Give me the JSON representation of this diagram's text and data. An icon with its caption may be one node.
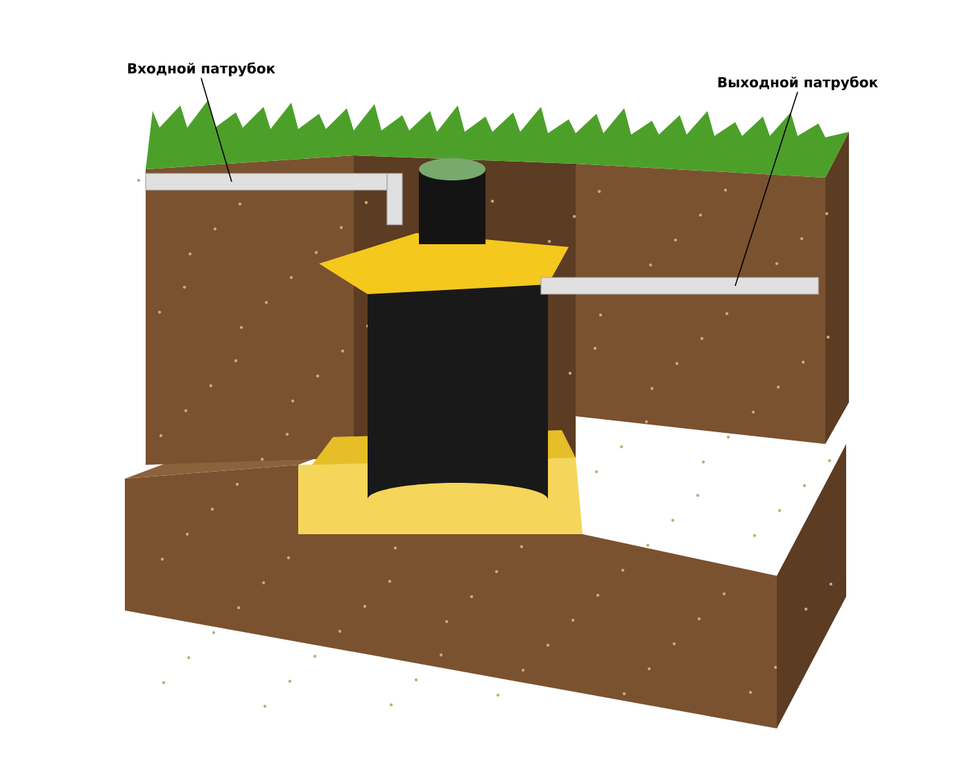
{
  "diagram": {
    "nodes": [
      {
        "text": [
          "Входной патрубок"
        ]
      },
      {
        "text": [],
        "shape": "bar"
      },
      {
        "text": [
          "Выходной патрубок"
        ]
      },
      {
        "text": [],
        "shape": "bar"
      }
    ],
    "edges": [
      {
        "from": 0,
        "to": 1,
        "arrow": "none"
      },
      {
        "from": 2,
        "to": 3,
        "arrow": "none"
      }
    ]
  }
}
